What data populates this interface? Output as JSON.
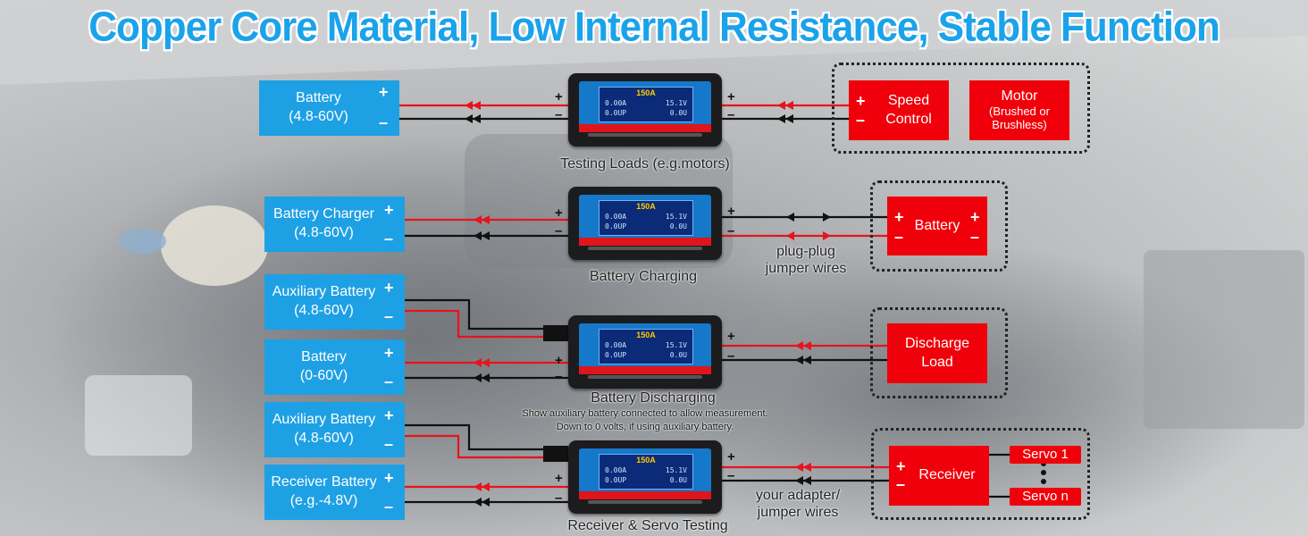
{
  "title": "Copper Core Material, Low Internal Resistance, Stable Function",
  "colors": {
    "title": "#1aa3ea",
    "source_box": "#1ea0e5",
    "load_box": "#f0000a",
    "positive_wire": "#e8131b",
    "negative_wire": "#111111"
  },
  "meter": {
    "amp": "150A",
    "v": "15.1V",
    "a": "0.00A",
    "p": "0.0UP",
    "u": "0.0U"
  },
  "polarity": {
    "plus": "+",
    "minus": "–"
  },
  "sections": [
    {
      "caption": "Testing Loads (e.g.motors)",
      "source": [
        "Battery",
        "(4.8-60V)"
      ],
      "loads": [
        {
          "lines": [
            "Speed",
            "Control"
          ]
        },
        {
          "lines": [
            "Motor",
            "(Brushed or",
            "Brushless)"
          ]
        }
      ]
    },
    {
      "caption": "Battery Charging",
      "source": [
        "Battery Charger",
        "(4.8-60V)"
      ],
      "loads": [
        {
          "lines": [
            "Battery"
          ]
        }
      ],
      "note": [
        "plug-plug",
        "jumper wires"
      ]
    },
    {
      "caption": "Battery Discharging",
      "source": [
        "Battery",
        "(0-60V)"
      ],
      "aux": [
        "Auxiliary Battery",
        "(4.8-60V)"
      ],
      "loads": [
        {
          "lines": [
            "Discharge",
            "Load"
          ]
        }
      ],
      "note": [
        "Show auxiliary battery connected to allow measurement.",
        "Down to 0 volts, if using auxiliary battery."
      ]
    },
    {
      "caption": "Receiver & Servo Testing",
      "source": [
        "Receiver Battery",
        "(e.g.-4.8V)"
      ],
      "aux": [
        "Auxiliary Battery",
        "(4.8-60V)"
      ],
      "loads": [
        {
          "lines": [
            "Receiver"
          ]
        },
        {
          "lines": [
            "Servo 1"
          ]
        },
        {
          "lines": [
            "Servo n"
          ]
        }
      ],
      "note": [
        "your adapter/",
        "jumper wires"
      ]
    }
  ]
}
